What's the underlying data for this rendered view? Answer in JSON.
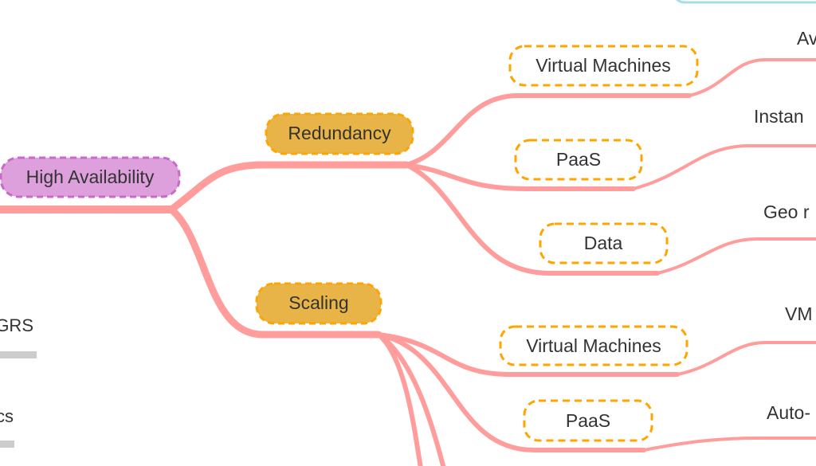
{
  "colors": {
    "branch": "#ff9c9c",
    "root_fill": "#dda0dd",
    "root_border": "#c86ac8",
    "topic_fill": "#e8b448",
    "topic_border": "#ffa500",
    "leaf_border": "#ffa500",
    "clipped_bar": "#cccccc",
    "top_box_border": "#a8dce8"
  },
  "root": {
    "label": "High Availability"
  },
  "topics": [
    {
      "label": "Redundancy",
      "children": [
        "Virtual Machines",
        "PaaS",
        "Data"
      ]
    },
    {
      "label": "Scaling",
      "children": [
        "Virtual Machines",
        "PaaS"
      ]
    }
  ],
  "right_leaves": [
    "Av",
    "Instan",
    "Geo r",
    "VM",
    "Auto-"
  ],
  "left_fragments": [
    "GRS",
    "cs"
  ]
}
